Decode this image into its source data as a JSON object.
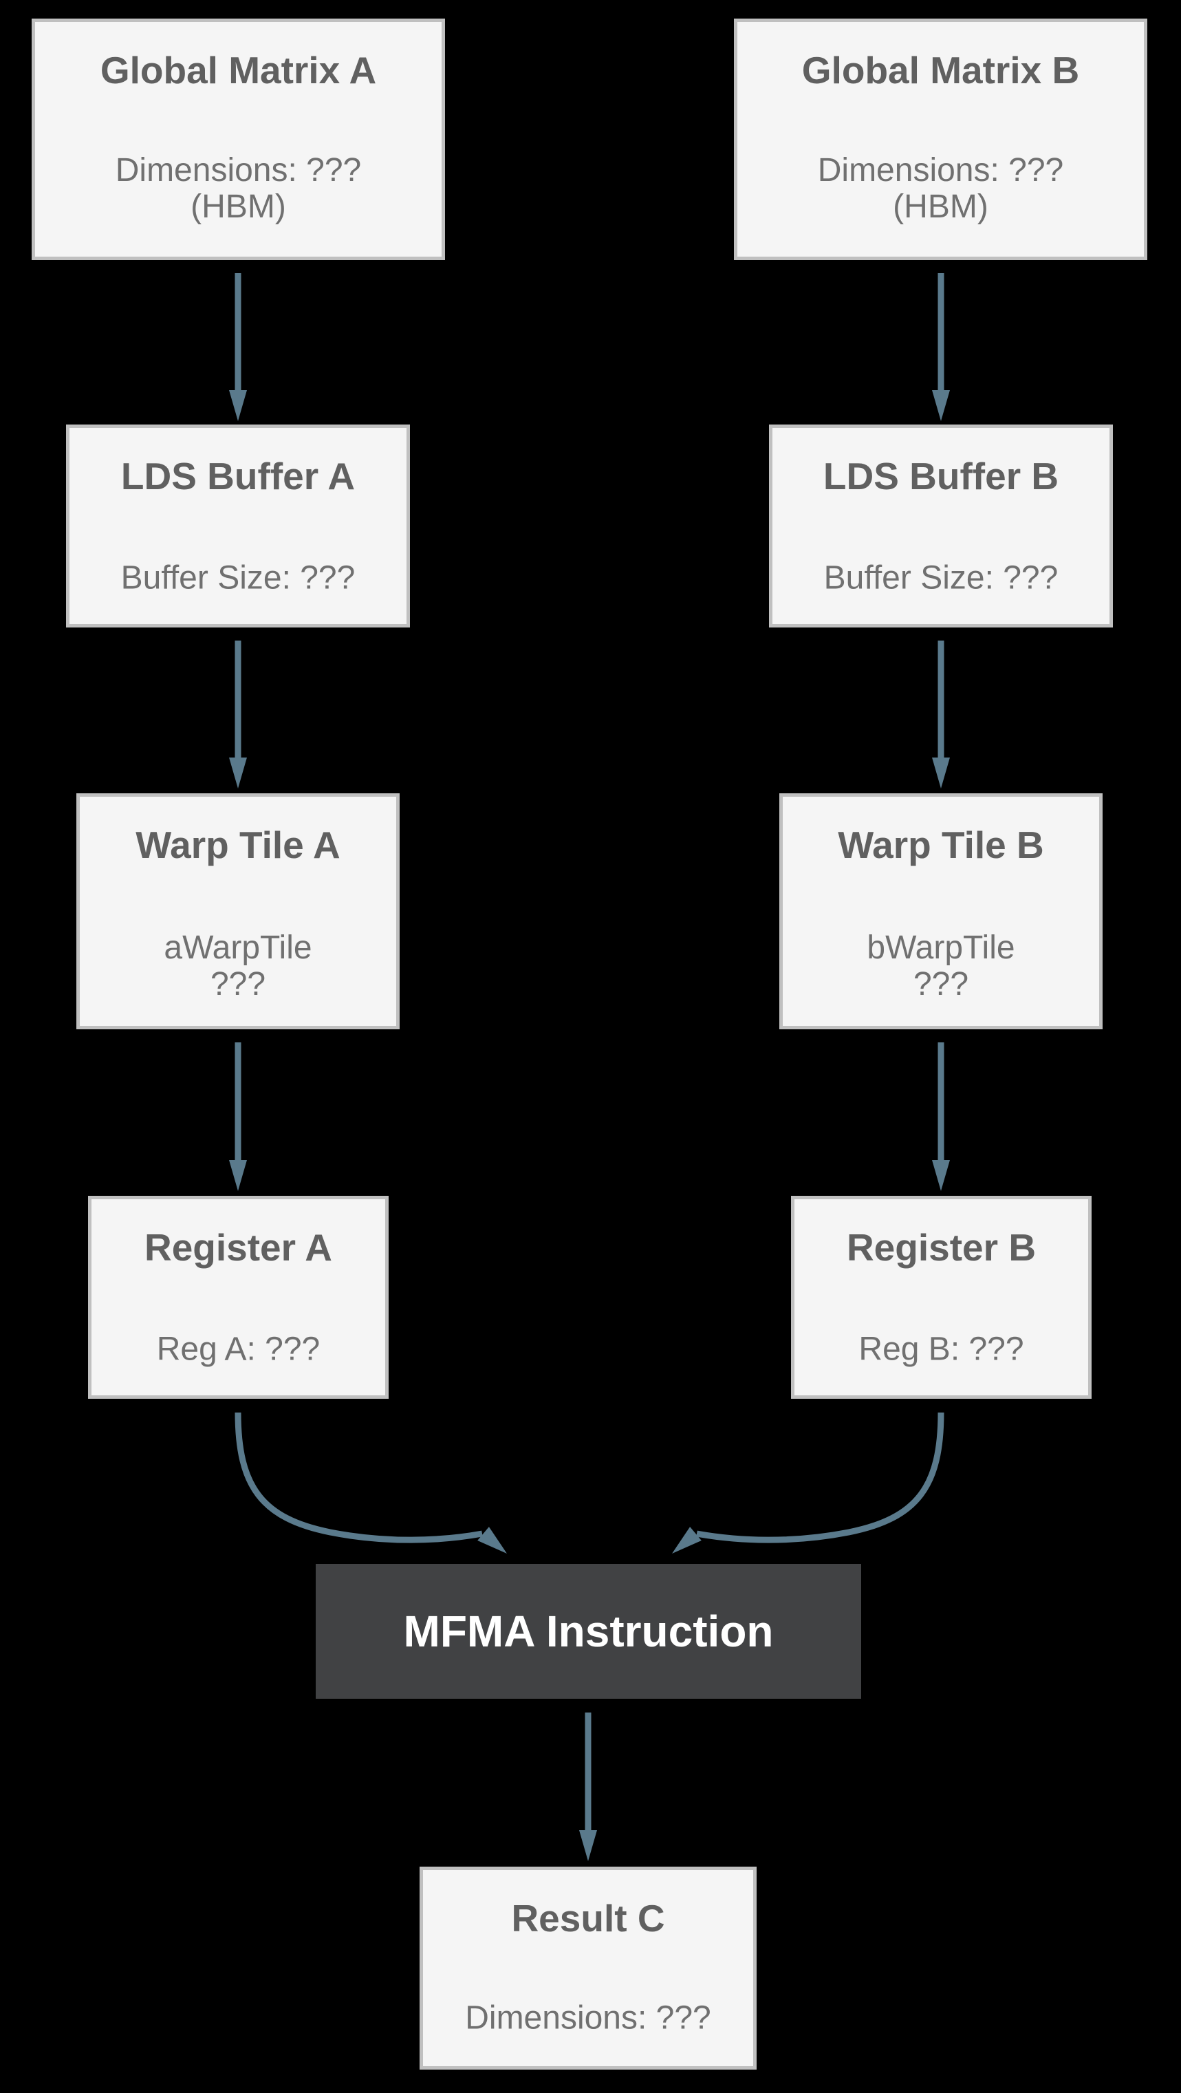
{
  "diagram": {
    "colors": {
      "background": "#000000",
      "node_fill": "#f5f5f5",
      "node_border": "#c0c0c0",
      "title": "#606060",
      "body": "#707070",
      "arrow": "#5a7a8c",
      "mfma_fill": "#414244",
      "mfma_text": "#ffffff"
    },
    "nodes": [
      {
        "id": "global-matrix-a",
        "title": "Global Matrix A",
        "body": [
          "Dimensions: ???",
          "(HBM)"
        ]
      },
      {
        "id": "global-matrix-b",
        "title": "Global Matrix B",
        "body": [
          "Dimensions: ???",
          "(HBM)"
        ]
      },
      {
        "id": "lds-buffer-a",
        "title": "LDS Buffer A",
        "body": [
          "Buffer Size: ???"
        ]
      },
      {
        "id": "lds-buffer-b",
        "title": "LDS Buffer B",
        "body": [
          "Buffer Size: ???"
        ]
      },
      {
        "id": "warp-tile-a",
        "title": "Warp Tile A",
        "body": [
          "aWarpTile",
          "???"
        ]
      },
      {
        "id": "warp-tile-b",
        "title": "Warp Tile B",
        "body": [
          "bWarpTile",
          "???"
        ]
      },
      {
        "id": "register-a",
        "title": "Register A",
        "body": [
          "Reg A: ???"
        ]
      },
      {
        "id": "register-b",
        "title": "Register B",
        "body": [
          "Reg B: ???"
        ]
      },
      {
        "id": "mfma",
        "title": "MFMA Instruction",
        "body": []
      },
      {
        "id": "result-c",
        "title": "Result C",
        "body": [
          "Dimensions: ???"
        ]
      }
    ],
    "edges": [
      {
        "from": "global-matrix-a",
        "to": "lds-buffer-a"
      },
      {
        "from": "global-matrix-b",
        "to": "lds-buffer-b"
      },
      {
        "from": "lds-buffer-a",
        "to": "warp-tile-a"
      },
      {
        "from": "lds-buffer-b",
        "to": "warp-tile-b"
      },
      {
        "from": "warp-tile-a",
        "to": "register-a"
      },
      {
        "from": "warp-tile-b",
        "to": "register-b"
      },
      {
        "from": "register-a",
        "to": "mfma"
      },
      {
        "from": "register-b",
        "to": "mfma"
      },
      {
        "from": "mfma",
        "to": "result-c"
      }
    ]
  }
}
